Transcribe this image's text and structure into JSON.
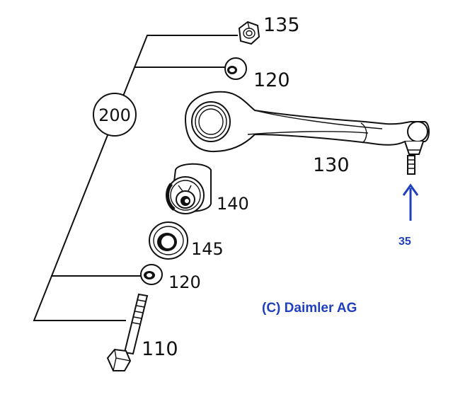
{
  "labels": {
    "assembly": "200",
    "nut": "135",
    "washer_top": "120",
    "control_arm": "130",
    "bushing": "140",
    "bushing_ring": "145",
    "washer_bottom": "120",
    "bolt": "110",
    "ball_joint_ref": "35"
  },
  "copyright": "(C) Daimler AG",
  "colors": {
    "annotation": "#1f3fbf",
    "line": "#111111"
  }
}
